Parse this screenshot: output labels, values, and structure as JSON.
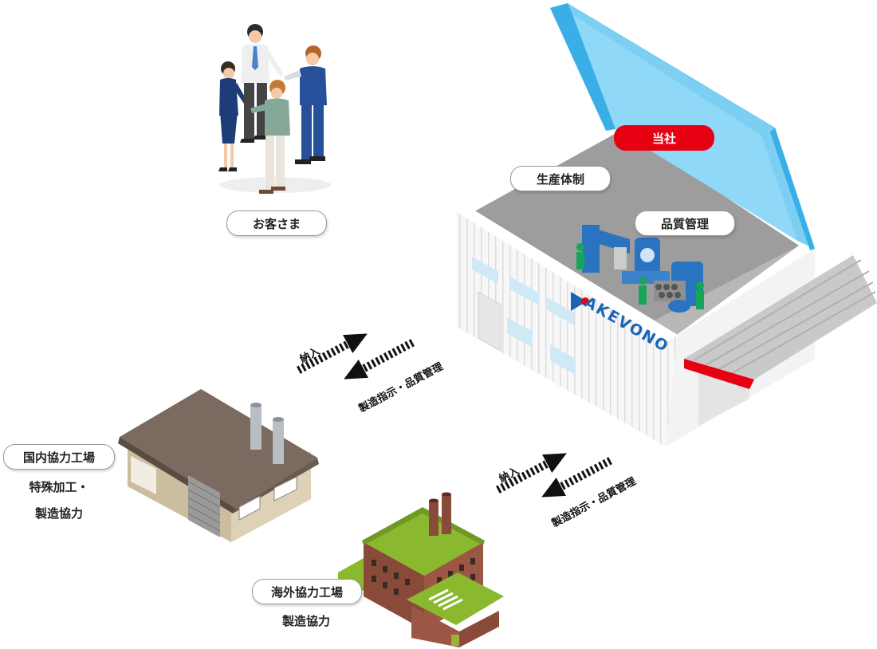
{
  "customers": {
    "label": "お客さま"
  },
  "company": {
    "label": "当社",
    "production_label": "生産体制",
    "quality_label": "品質管理",
    "logo_text": "AKEVONO"
  },
  "domestic": {
    "label": "国内協力工場",
    "note_line1": "特殊加工・",
    "note_line2": "製造協力"
  },
  "overseas": {
    "label": "海外協力工場",
    "note": "製造協力"
  },
  "flows": [
    {
      "delivery": "納入",
      "instruction": "製造指示・品質管理"
    },
    {
      "delivery": "納入",
      "instruction": "製造指示・品質管理"
    }
  ],
  "colors": {
    "accent_red": "#e60012",
    "glass_blue": "#8fd8f7",
    "logo_blue": "#1c63b7",
    "machine_blue": "#2a73c0",
    "worker_green": "#17a55a"
  }
}
